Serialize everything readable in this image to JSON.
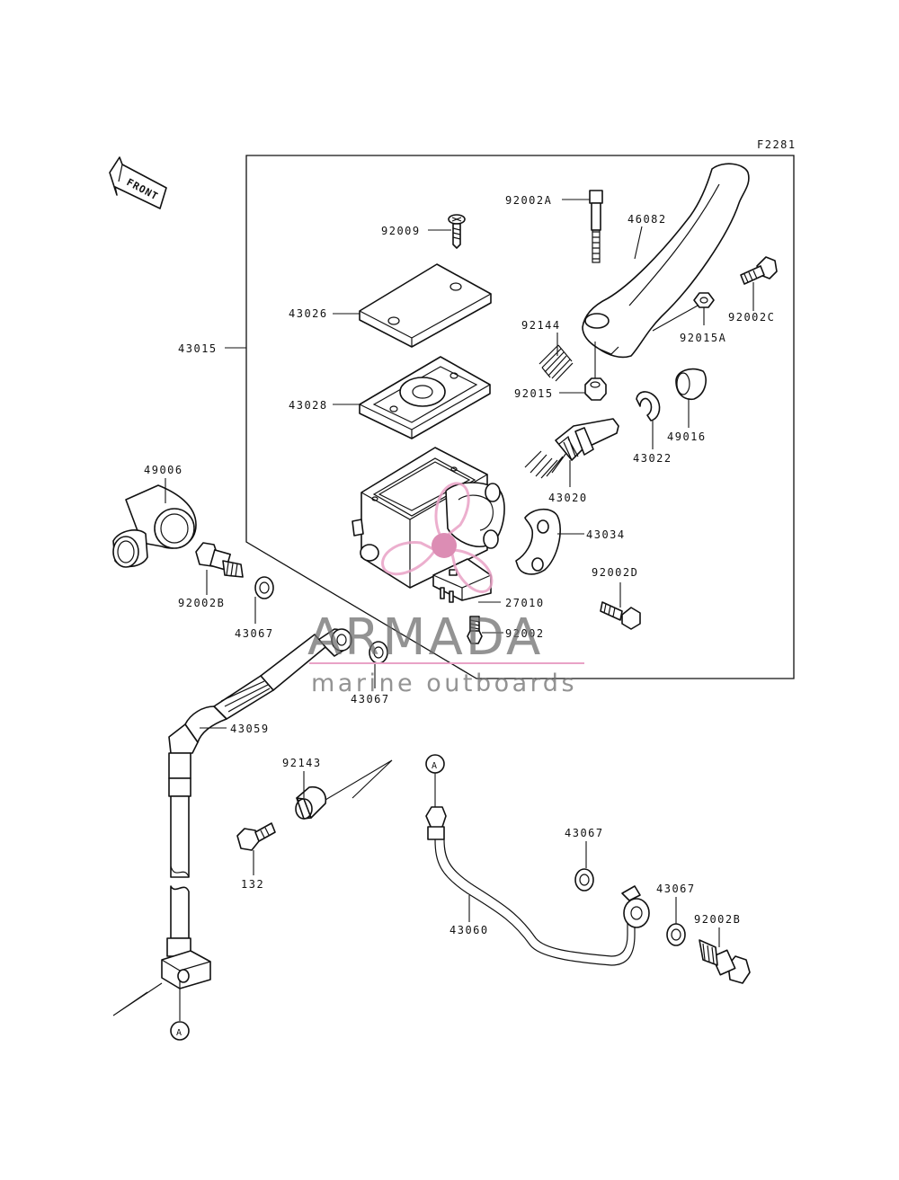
{
  "diagram": {
    "code": "F2281",
    "front_label": "FRONT",
    "callout": "A",
    "labels": {
      "l_92002A": "92002A",
      "l_92009": "92009",
      "l_46082": "46082",
      "l_92002C": "92002C",
      "l_43026": "43026",
      "l_92144": "92144",
      "l_92015A": "92015A",
      "l_43015": "43015",
      "l_92015": "92015",
      "l_43028": "43028",
      "l_49016": "49016",
      "l_43022": "43022",
      "l_49006": "49006",
      "l_43020": "43020",
      "l_43034": "43034",
      "l_92002D": "92002D",
      "l_92002B_top": "92002B",
      "l_27010": "27010",
      "l_43067_a": "43067",
      "l_92002": "92002",
      "l_43067_b": "43067",
      "l_43059": "43059",
      "l_92143": "92143",
      "l_132": "132",
      "l_43067_c": "43067",
      "l_43067_d": "43067",
      "l_92002B_bottom": "92002B",
      "l_43060": "43060"
    }
  },
  "watermark": {
    "brand": "ARMADA",
    "tagline": "marine outboards",
    "logo_color": "#e9a2c6",
    "logo_accent": "#d77aa8"
  }
}
